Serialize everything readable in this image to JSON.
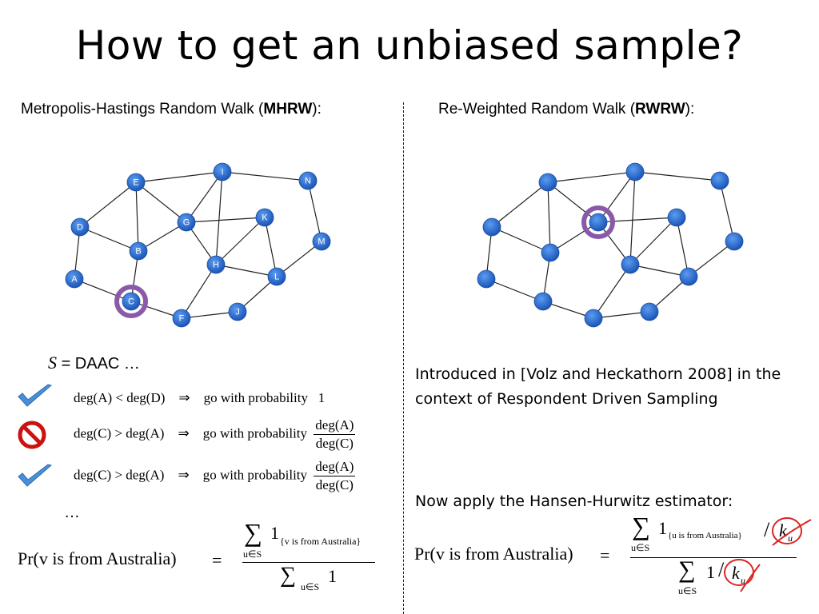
{
  "title": "How to get an unbiased sample?",
  "left": {
    "subtitle_prefix": "Metropolis-Hastings Random Walk (",
    "subtitle_bold": "MHRW",
    "subtitle_suffix": "):",
    "graph_nodes": [
      {
        "id": "E",
        "label": "E"
      },
      {
        "id": "I",
        "label": "I"
      },
      {
        "id": "N",
        "label": "N"
      },
      {
        "id": "D",
        "label": "D"
      },
      {
        "id": "G",
        "label": "G"
      },
      {
        "id": "K",
        "label": "K"
      },
      {
        "id": "M",
        "label": "M"
      },
      {
        "id": "B",
        "label": "B"
      },
      {
        "id": "H",
        "label": "H"
      },
      {
        "id": "A",
        "label": "A"
      },
      {
        "id": "L",
        "label": "L"
      },
      {
        "id": "C",
        "label": "C"
      },
      {
        "id": "J",
        "label": "J"
      },
      {
        "id": "F",
        "label": "F"
      }
    ],
    "graph_edges": [
      [
        "E",
        "I"
      ],
      [
        "I",
        "N"
      ],
      [
        "E",
        "D"
      ],
      [
        "E",
        "G"
      ],
      [
        "E",
        "B"
      ],
      [
        "I",
        "G"
      ],
      [
        "I",
        "H"
      ],
      [
        "G",
        "K"
      ],
      [
        "G",
        "B"
      ],
      [
        "G",
        "H"
      ],
      [
        "K",
        "H"
      ],
      [
        "K",
        "L"
      ],
      [
        "N",
        "M"
      ],
      [
        "M",
        "L"
      ],
      [
        "D",
        "B"
      ],
      [
        "B",
        "C"
      ],
      [
        "H",
        "L"
      ],
      [
        "H",
        "F"
      ],
      [
        "A",
        "D"
      ],
      [
        "A",
        "C"
      ],
      [
        "C",
        "F"
      ],
      [
        "F",
        "J"
      ],
      [
        "J",
        "L"
      ]
    ],
    "highlighted_node": "C",
    "sequence_var": "S",
    "sequence_text": "= DAAC …",
    "rules": [
      {
        "icon": "checkmark-icon",
        "lhs": "deg(A) < deg(D)",
        "arrow": "⇒",
        "text": "go with probability",
        "prob": "1"
      },
      {
        "icon": "prohibited-icon",
        "lhs": "deg(C) > deg(A)",
        "arrow": "⇒",
        "text": "go with probability",
        "num": "deg(A)",
        "den": "deg(C)"
      },
      {
        "icon": "checkmark-icon",
        "lhs": "deg(C) > deg(A)",
        "arrow": "⇒",
        "text": "go with probability",
        "num": "deg(A)",
        "den": "deg(C)"
      }
    ],
    "ellipsis": "…",
    "formula": {
      "lhs": "Pr(v is from Australia)",
      "eq": "=",
      "num_indicator": "1",
      "num_subscript": "{v is from Australia}",
      "sum_index": "u∈S",
      "den_value": "1"
    }
  },
  "right": {
    "subtitle_prefix": "Re-Weighted Random Walk (",
    "subtitle_bold": "RWRW",
    "subtitle_suffix": "):",
    "highlighted_node_index": 4,
    "intro": "Introduced in [Volz and Heckathorn 2008] in the context of Respondent Driven Sampling",
    "estimator_text": "Now apply the Hansen-Hurwitz estimator:",
    "formula": {
      "lhs": "Pr(v is from Australia)",
      "eq": "=",
      "num_indicator": "1",
      "num_subscript": "{u is from Australia}",
      "sum_index": "u∈S",
      "weight": "k",
      "weight_sub": "u",
      "den_value": "1"
    }
  },
  "colors": {
    "node": "#2e6fd0",
    "node_dark": "#1a4ea0",
    "highlight": "#8a5aa8",
    "check": "#4a8fd6",
    "prohibit": "#cc1111",
    "annotation": "#dd2222"
  }
}
